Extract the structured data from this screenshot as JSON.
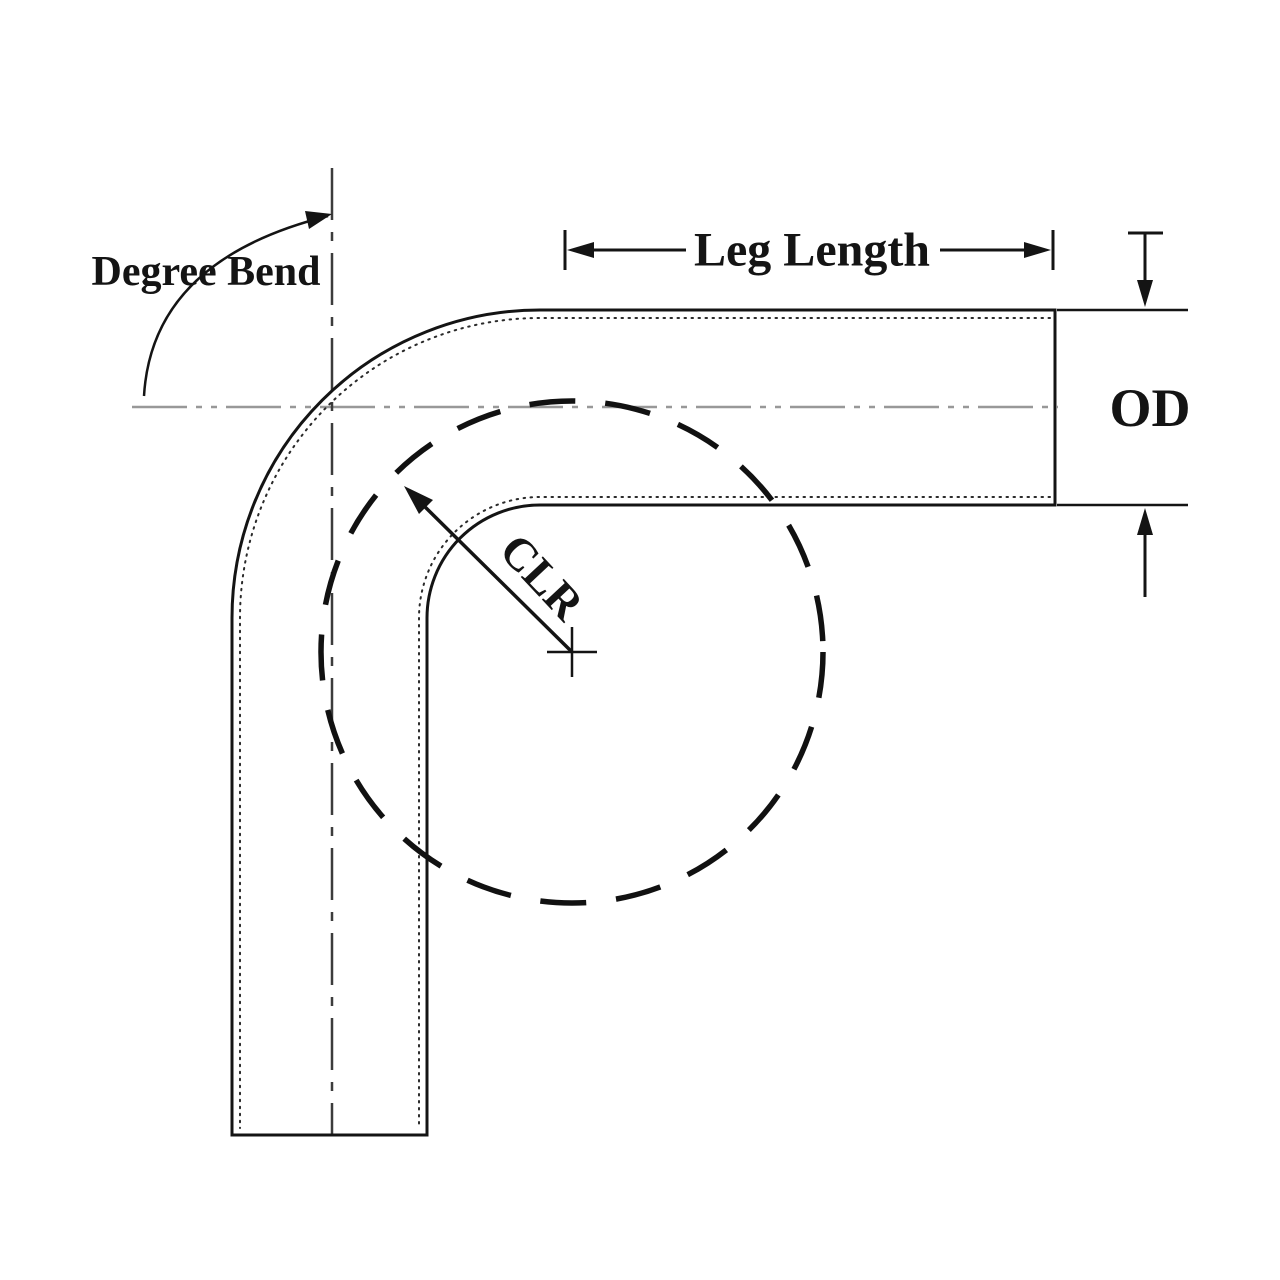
{
  "diagram": {
    "type": "technical-diagram",
    "subject": "90-degree tube bend dimension drawing",
    "labels": {
      "degree_bend": "Degree Bend",
      "leg_length": "Leg Length",
      "od": "OD",
      "clr": "CLR"
    },
    "colors": {
      "ink": "#141414",
      "centerline_horizontal": "#989898",
      "centerline_vertical": "#3c3c3c",
      "background": "#ffffff"
    }
  }
}
